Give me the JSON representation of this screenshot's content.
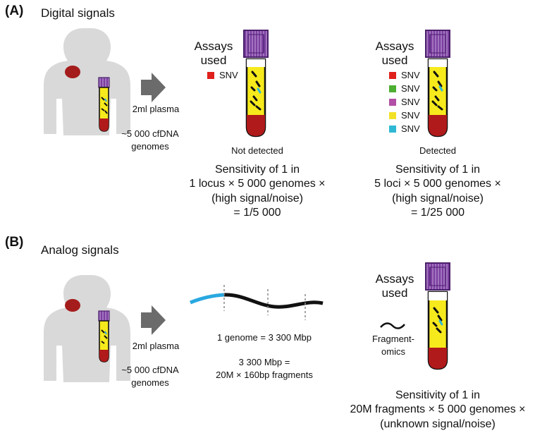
{
  "panelA": {
    "label": "(A)",
    "title": "Digital signals",
    "plasma": "2ml plasma",
    "genomes_line1": "~5 000 cfDNA",
    "genomes_line2": "genomes",
    "tube1": {
      "assays_line1": "Assays",
      "assays_line2": "used",
      "legend": [
        {
          "label": "SNV",
          "color": "#e0201b"
        }
      ],
      "status": "Not detected",
      "sensitivity": [
        "Sensitivity of 1 in",
        "1 locus × 5 000 genomes ×",
        "(high signal/noise)",
        "= 1/5 000"
      ]
    },
    "tube2": {
      "assays_line1": "Assays",
      "assays_line2": "used",
      "legend": [
        {
          "label": "SNV",
          "color": "#e0201b"
        },
        {
          "label": "SNV",
          "color": "#4caf32"
        },
        {
          "label": "SNV",
          "color": "#b24fa6"
        },
        {
          "label": "SNV",
          "color": "#f2e227"
        },
        {
          "label": "SNV",
          "color": "#2fb8d4"
        }
      ],
      "status": "Detected",
      "sensitivity": [
        "Sensitivity of 1 in",
        "5 loci × 5 000 genomes ×",
        "(high signal/noise)",
        "= 1/25 000"
      ]
    }
  },
  "panelB": {
    "label": "(B)",
    "title": "Analog signals",
    "plasma": "2ml plasma",
    "genomes_line1": "~5 000 cfDNA",
    "genomes_line2": "genomes",
    "genome_size": "1 genome = 3 300 Mbp",
    "fragments_line1": "3 300 Mbp =",
    "fragments_line2": "20M × 160bp fragments",
    "assays_line1": "Assays",
    "assays_line2": "used",
    "fragmentomics_line1": "Fragment-",
    "fragmentomics_line2": "omics",
    "sensitivity": [
      "Sensitivity of 1 in",
      "20M fragments × 5 000 genomes ×",
      "(unknown signal/noise)"
    ]
  },
  "colors": {
    "body": "#d9d9d9",
    "tumor": "#a51c1c",
    "cap": "#7b3fa0",
    "plasma": "#f7ea1c",
    "blood": "#b01a1a",
    "arrow": "#6b6b6b",
    "dna_blue": "#29a8e0",
    "dna_black": "#111111"
  }
}
